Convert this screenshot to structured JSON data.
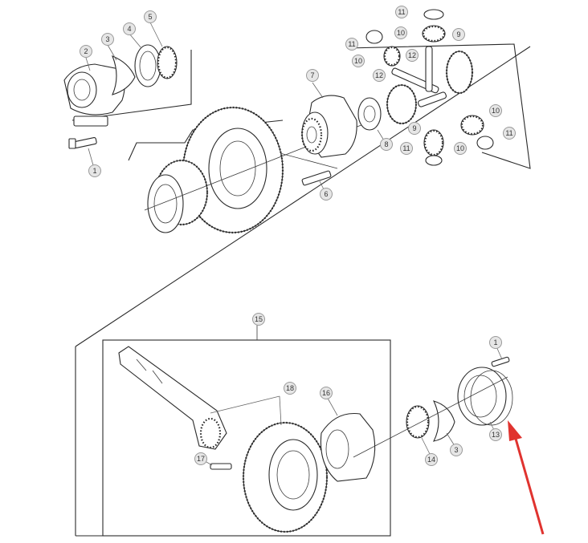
{
  "figure": {
    "type": "exploded-parts-diagram",
    "arrow_color": "#e0332f",
    "callout_fill": "#e6e6e6",
    "callouts": [
      {
        "id": "c-top-1",
        "label": "1"
      },
      {
        "id": "c-top-2",
        "label": "2"
      },
      {
        "id": "c-top-3",
        "label": "3"
      },
      {
        "id": "c-top-4",
        "label": "4"
      },
      {
        "id": "c-top-5",
        "label": "5"
      },
      {
        "id": "c-top-6",
        "label": "6"
      },
      {
        "id": "c-top-7",
        "label": "7"
      },
      {
        "id": "c-top-8",
        "label": "8"
      },
      {
        "id": "c-top-9a",
        "label": "9"
      },
      {
        "id": "c-top-9b",
        "label": "9"
      },
      {
        "id": "c-top-10a",
        "label": "10"
      },
      {
        "id": "c-top-10b",
        "label": "10"
      },
      {
        "id": "c-top-10c",
        "label": "10"
      },
      {
        "id": "c-top-10d",
        "label": "10"
      },
      {
        "id": "c-top-11a",
        "label": "11"
      },
      {
        "id": "c-top-11b",
        "label": "11"
      },
      {
        "id": "c-top-11c",
        "label": "11"
      },
      {
        "id": "c-top-11d",
        "label": "11"
      },
      {
        "id": "c-top-12a",
        "label": "12"
      },
      {
        "id": "c-top-12b",
        "label": "12"
      },
      {
        "id": "c-bot-15",
        "label": "15"
      },
      {
        "id": "c-bot-18",
        "label": "18"
      },
      {
        "id": "c-bot-16",
        "label": "16"
      },
      {
        "id": "c-bot-17",
        "label": "17"
      },
      {
        "id": "c-bot-14",
        "label": "14"
      },
      {
        "id": "c-bot-3",
        "label": "3"
      },
      {
        "id": "c-bot-1",
        "label": "1"
      },
      {
        "id": "c-bot-13",
        "label": "13"
      }
    ]
  }
}
